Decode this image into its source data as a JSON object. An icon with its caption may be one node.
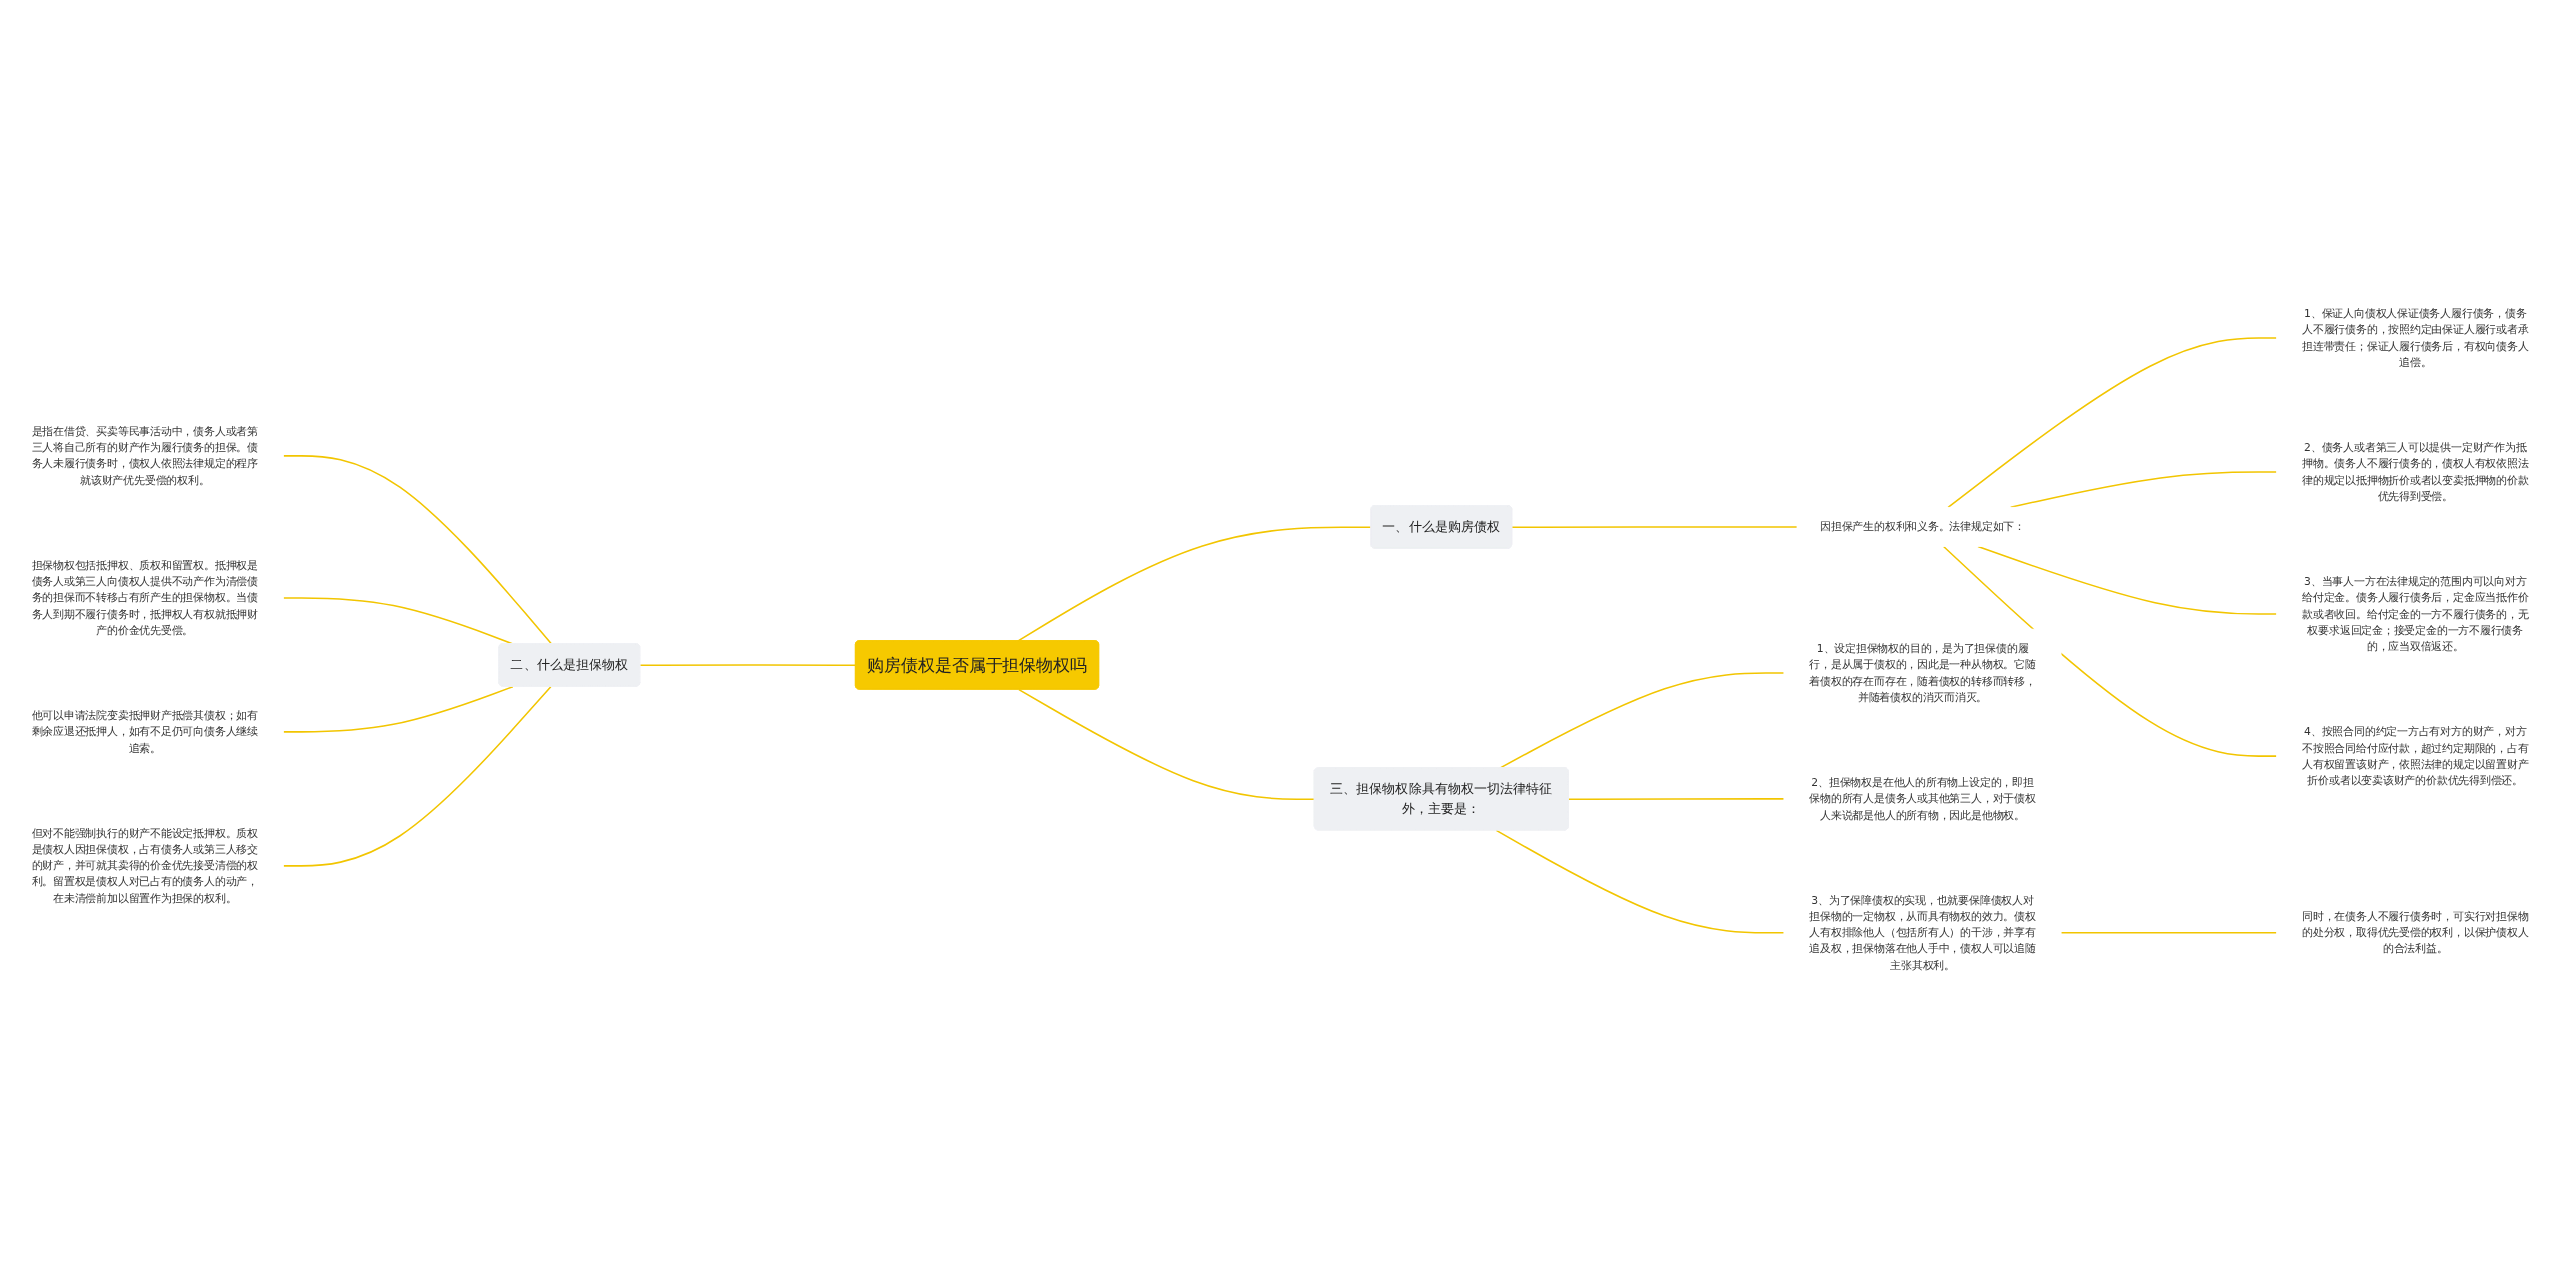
{
  "diagram": {
    "nodes": [
      {
        "text": [
          "购房债权是否属于担保物权吗"
        ]
      },
      {
        "text": [
          "一、什么是购房债权"
        ]
      },
      {
        "text": [
          "因担保产生的权利和义务。法律规定如下："
        ]
      },
      {
        "text": [
          "1、保证人向债权人保证债务人履行债务，债务人不履行债务的，按照约定由保证人履行或者承担连带责任；保证人履行债务后，有权向债务人追偿。"
        ]
      },
      {
        "text": [
          "2、债务人或者第三人可以提供一定财产作为抵押物。债务人不履行债务的，债权人有权依照法律的规定以抵押物折价或者以变卖抵押物的价款优先得到受偿。"
        ]
      },
      {
        "text": [
          "3、当事人一方在法律规定的范围内可以向对方给付定金。债务人履行债务后，定金应当抵作价款或者收回。给付定金的一方不履行债务的，无权要求返回定金；接受定金的一方不履行债务的，应当双倍返还。"
        ]
      },
      {
        "text": [
          "4、按照合同的约定一方占有对方的财产，对方不按照合同给付应付款，超过约定期限的，占有人有权留置该财产，依照法律的规定以留置财产折价或者以变卖该财产的价款优先得到偿还。"
        ]
      },
      {
        "text": [
          "三、担保物权除具有物权一切法律特征外，主要是："
        ]
      },
      {
        "text": [
          "1、设定担保物权的目的，是为了担保债的履行，是从属于债权的，因此是一种从物权。它随着债权的存在而存在，随着债权的转移而转移，并随着债权的消灭而消灭。"
        ]
      },
      {
        "text": [
          "2、担保物权是在他人的所有物上设定的，即担保物的所有人是债务人或其他第三人，对于债权人来说都是他人的所有物，因此是他物权。"
        ]
      },
      {
        "text": [
          "3、为了保障债权的实现，也就要保障债权人对担保物的一定物权，从而具有物权的效力。债权人有权排除他人（包括所有人）的干涉，并享有追及权，担保物落在他人手中，债权人可以追随主张其权利。"
        ]
      },
      {
        "text": [
          "同时，在债务人不履行债务时，可实行对担保物的处分权，取得优先受偿的权利，以保护债权人的合法利益。"
        ]
      },
      {
        "text": [
          "二、什么是担保物权"
        ]
      },
      {
        "text": [
          "是指在借贷、买卖等民事活动中，债务人或者第三人将自己所有的财产作为履行债务的担保。债务人未履行债务时，债权人依照法律规定的程序就该财产优先受偿的权利。"
        ]
      },
      {
        "text": [
          "担保物权包括抵押权、质权和留置权。抵押权是债务人或第三人向债权人提供不动产作为清偿债务的担保而不转移占有所产生的担保物权。当债务人到期不履行债务时，抵押权人有权就抵押财产的价金优先受偿。"
        ]
      },
      {
        "text": [
          "他可以申请法院变卖抵押财产抵偿其债权；如有剩余应退还抵押人，如有不足仍可向债务人继续追索。"
        ]
      },
      {
        "text": [
          "但对不能强制执行的财产不能设定抵押权。质权是债权人因担保债权，占有债务人或第三人移交的财产，并可就其卖得的价金优先接受清偿的权利。留置权是债权人对已占有的债务人的动产，在未清偿前加以留置作为担保的权利。"
        ]
      }
    ],
    "edges": [
      {
        "from": 0,
        "to": 1,
        "arrow": "none"
      },
      {
        "from": 1,
        "to": 2,
        "arrow": "none"
      },
      {
        "from": 2,
        "to": 3,
        "arrow": "none"
      },
      {
        "from": 2,
        "to": 4,
        "arrow": "none"
      },
      {
        "from": 2,
        "to": 5,
        "arrow": "none"
      },
      {
        "from": 2,
        "to": 6,
        "arrow": "none"
      },
      {
        "from": 0,
        "to": 7,
        "arrow": "none"
      },
      {
        "from": 7,
        "to": 8,
        "arrow": "none"
      },
      {
        "from": 7,
        "to": 9,
        "arrow": "none"
      },
      {
        "from": 7,
        "to": 10,
        "arrow": "none"
      },
      {
        "from": 10,
        "to": 11,
        "arrow": "none"
      },
      {
        "from": 0,
        "to": 12,
        "arrow": "none"
      },
      {
        "from": 12,
        "to": 13,
        "arrow": "none"
      },
      {
        "from": 12,
        "to": 14,
        "arrow": "none"
      },
      {
        "from": 12,
        "to": 15,
        "arrow": "none"
      },
      {
        "from": 12,
        "to": 16,
        "arrow": "none"
      }
    ]
  }
}
